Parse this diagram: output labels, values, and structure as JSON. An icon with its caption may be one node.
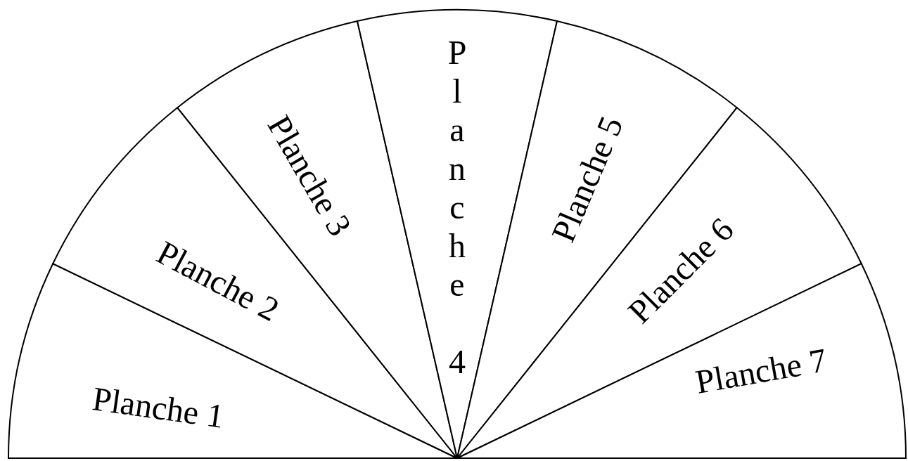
{
  "diagram": {
    "nodes": [
      {
        "text": [
          "Planche 1"
        ]
      },
      {
        "text": [
          "Planche 2"
        ]
      },
      {
        "text": [
          "Planche 3"
        ]
      },
      {
        "text": [
          "Planche 4"
        ]
      },
      {
        "text": [
          "Planche 5"
        ]
      },
      {
        "text": [
          "Planche 6"
        ]
      },
      {
        "text": [
          "Planche 7"
        ]
      }
    ]
  }
}
